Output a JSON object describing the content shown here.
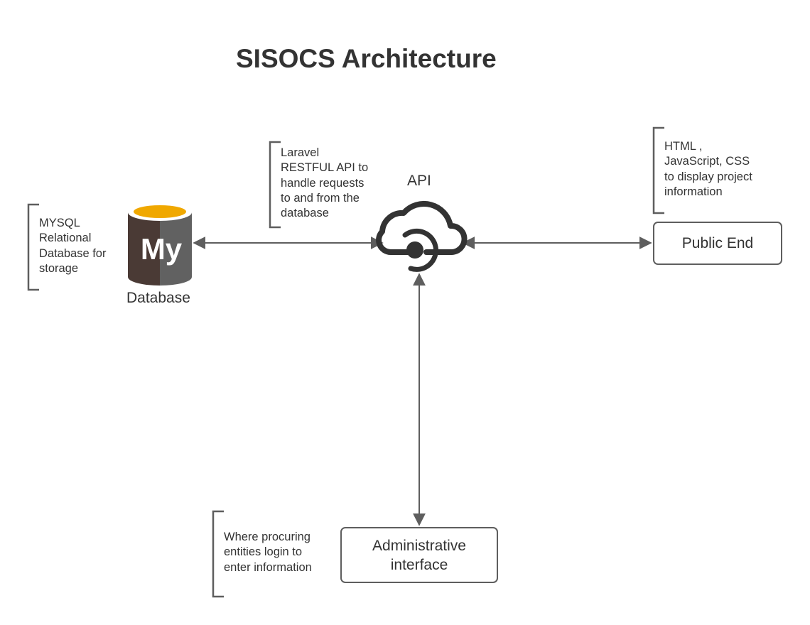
{
  "title": "SISOCS Architecture",
  "colors": {
    "line": "#5e5e5e",
    "text": "#333333",
    "db_body_dark": "#4a3a35",
    "db_body_light": "#616161",
    "db_top": "#f0a800"
  },
  "nodes": {
    "database": {
      "label": "Database",
      "icon": "mysql-database-icon",
      "logo_text": "My"
    },
    "api": {
      "label": "API",
      "icon": "cloud-api-icon"
    },
    "public_end": {
      "label": "Public End"
    },
    "admin": {
      "label": "Administrative\ninterface"
    }
  },
  "notes": {
    "database": "MYSQL\nRelational\nDatabase for\nstorage",
    "api": "Laravel\nRESTFUL API to\nhandle requests\nto and from the\ndatabase",
    "public_end": "HTML ,\nJavaScript, CSS\nto display project\ninformation",
    "admin": "Where procuring\nentities login to\nenter information"
  },
  "connections": [
    {
      "from": "database",
      "to": "api",
      "direction": "both"
    },
    {
      "from": "api",
      "to": "public_end",
      "direction": "both"
    },
    {
      "from": "api",
      "to": "admin",
      "direction": "both"
    }
  ]
}
